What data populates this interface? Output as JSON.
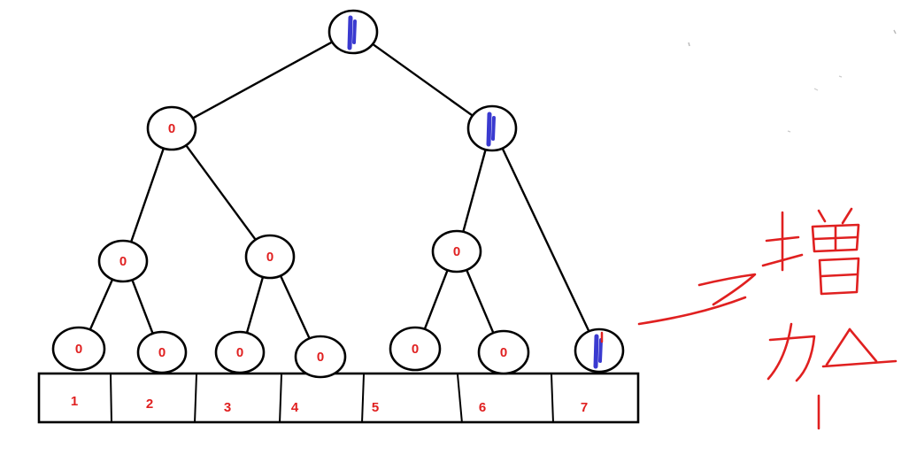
{
  "tree": {
    "nodes": [
      {
        "id": "n1",
        "value": "",
        "marked": true
      },
      {
        "id": "n2",
        "value": "0",
        "marked": false
      },
      {
        "id": "n3",
        "value": "",
        "marked": true
      },
      {
        "id": "n4",
        "value": "0",
        "marked": false
      },
      {
        "id": "n5",
        "value": "0",
        "marked": false
      },
      {
        "id": "n6",
        "value": "0",
        "marked": false
      },
      {
        "id": "n7",
        "value": "0",
        "marked": false
      },
      {
        "id": "n8",
        "value": "0",
        "marked": false
      },
      {
        "id": "n9",
        "value": "0",
        "marked": false
      },
      {
        "id": "n10",
        "value": "0",
        "marked": false
      },
      {
        "id": "n11",
        "value": "0",
        "marked": false
      },
      {
        "id": "n12",
        "value": "0",
        "marked": false
      },
      {
        "id": "n13",
        "value": "",
        "marked": true
      }
    ],
    "edges": [
      [
        "n1",
        "n2"
      ],
      [
        "n1",
        "n3"
      ],
      [
        "n2",
        "n4"
      ],
      [
        "n2",
        "n5"
      ],
      [
        "n3",
        "n6"
      ],
      [
        "n3",
        "n13"
      ],
      [
        "n4",
        "n7"
      ],
      [
        "n4",
        "n8"
      ],
      [
        "n5",
        "n9"
      ],
      [
        "n5",
        "n10"
      ],
      [
        "n6",
        "n11"
      ],
      [
        "n6",
        "n12"
      ]
    ]
  },
  "array": {
    "cells": [
      "1",
      "2",
      "3",
      "4",
      "5",
      "6",
      "7"
    ]
  },
  "annotation": {
    "chars": [
      "增",
      "加",
      "1"
    ],
    "ink_color": "#e02020"
  },
  "colors": {
    "mark": "#3a3ad0",
    "label": "#e02020",
    "line": "#000000"
  }
}
